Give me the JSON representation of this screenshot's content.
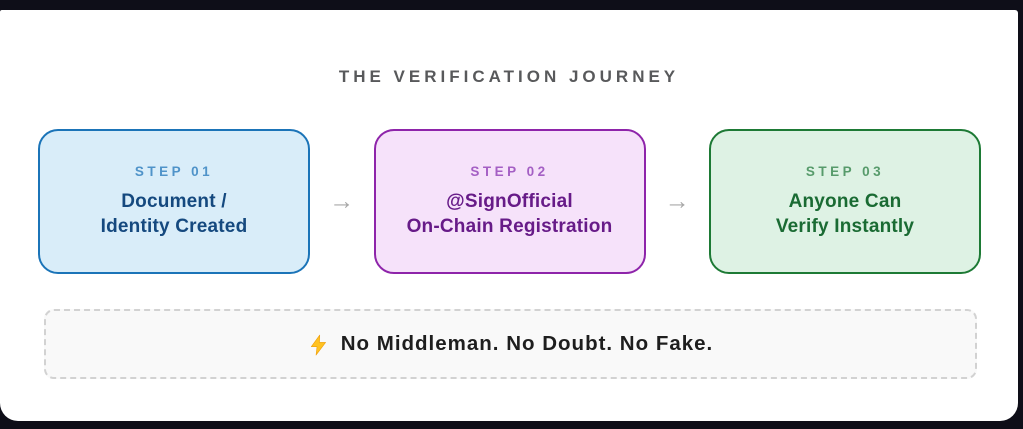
{
  "title": "THE VERIFICATION JOURNEY",
  "title_color": "#58595b",
  "steps": [
    {
      "label": "STEP 01",
      "lines": [
        "Document /",
        "Identity Created"
      ],
      "accent": "#1b74b8",
      "background": "#d9edf9",
      "label_color": "#4f93c9",
      "text_color": "#15497f"
    },
    {
      "label": "STEP 02",
      "lines": [
        "@SignOfficial",
        "On-Chain Registration"
      ],
      "accent": "#8e24aa",
      "background": "#f6e2fa",
      "label_color": "#a45fc4",
      "text_color": "#671b88"
    },
    {
      "label": "STEP 03",
      "lines": [
        "Anyone Can",
        "Verify Instantly"
      ],
      "accent": "#1d7a35",
      "background": "#def2e4",
      "label_color": "#579b6b",
      "text_color": "#1a6b33"
    }
  ],
  "arrows": {
    "glyph": "→",
    "color": "#a8a8a8"
  },
  "banner": {
    "icon": "lightning-bolt-icon",
    "icon_color": "#FFC021",
    "text": "No Middleman. No Doubt. No Fake."
  },
  "frame": {
    "outer_background": "#0e0e18",
    "card_background": "#ffffff"
  }
}
